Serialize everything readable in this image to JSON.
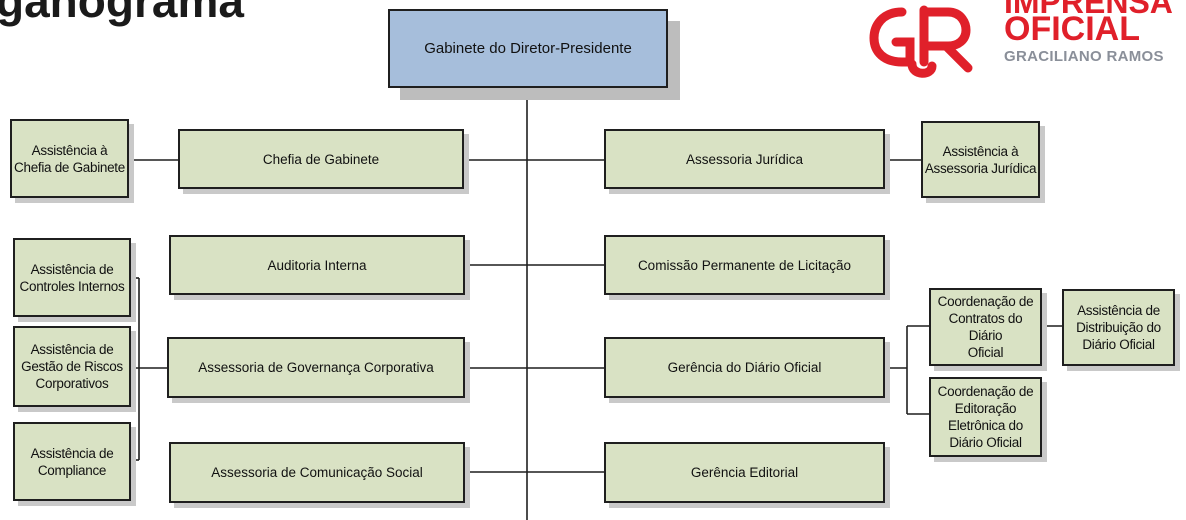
{
  "page": {
    "title": "ganograma"
  },
  "logo": {
    "line1": "IMPRENSA",
    "line2": "OFICIAL",
    "line3": "GRACILIANO RAMOS",
    "brand_color": "#e0202a",
    "subtitle_color": "#8a8f99"
  },
  "colors": {
    "top_box": "#a6bedb",
    "box": "#d9e2c4",
    "border": "#1f1f1f"
  },
  "nodes": {
    "director": "Gabinete do Diretor-Presidente",
    "chefia": "Chefia de Gabinete",
    "assist_chefia": "Assistência à\nChefia de Gabinete",
    "assessoria_juridica": "Assessoria Jurídica",
    "assist_juridica": "Assistência à\nAssessoria Jurídica",
    "auditoria": "Auditoria Interna",
    "assist_controles": "Assistência de\nControles Internos",
    "comissao": "Comissão Permanente de Licitação",
    "governanca": "Assessoria de Governança Corporativa",
    "assist_riscos": "Assistência de\nGestão de Riscos\nCorporativos",
    "assist_compliance": "Assistência de\nCompliance",
    "gerencia_diario": "Gerência do Diário Oficial",
    "coord_contratos": "Coordenação de\nContratos do Diário\nOficial",
    "assist_distribuicao": "Assistência de\nDistribuição do\nDiário Oficial",
    "coord_editoracao": "Coordenação de\nEditoração\nEletrônica do\nDiário Oficial",
    "comunicacao": "Assessoria de Comunicação Social",
    "gerencia_editorial": "Gerência Editorial"
  }
}
